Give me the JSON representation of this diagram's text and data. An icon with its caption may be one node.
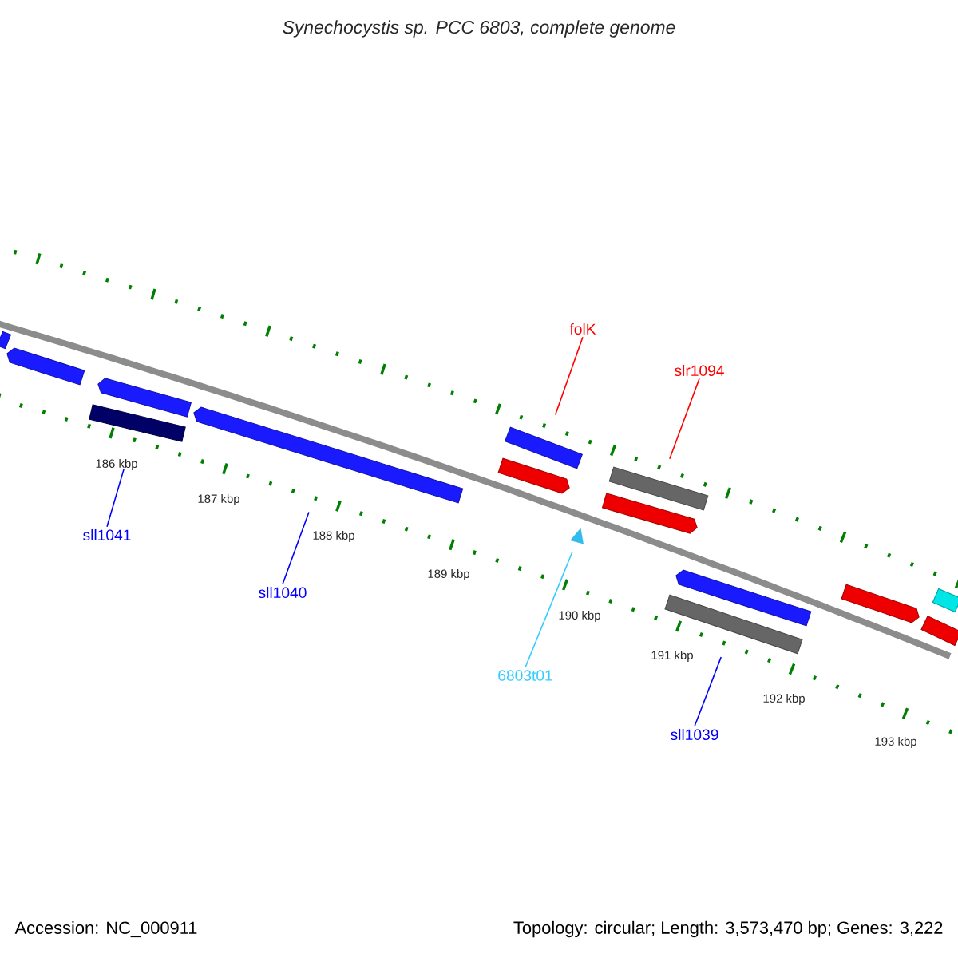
{
  "diagram": {
    "title": "Synechocystis sp. PCC 6803, complete genome",
    "nodes": [
      {
        "text": [
          "folK"
        ]
      },
      {
        "text": [
          "slr1094"
        ]
      },
      {
        "text": [
          "sll1041"
        ]
      },
      {
        "text": [
          "sll1040"
        ]
      },
      {
        "text": [
          "6803t01"
        ]
      },
      {
        "text": [
          "sll1039"
        ]
      },
      {
        "text": [],
        "shape": "bar"
      },
      {
        "text": [],
        "shape": "bar"
      },
      {
        "text": [],
        "shape": "bar"
      },
      {
        "text": [],
        "shape": "bar"
      },
      {
        "text": [],
        "shape": "bar"
      },
      {
        "text": [],
        "shape": "bar"
      },
      {
        "text": [],
        "shape": "bar"
      },
      {
        "text": [],
        "shape": "triangle"
      },
      {
        "text": [],
        "shape": "bar"
      },
      {
        "text": [],
        "shape": "bar"
      },
      {
        "text": [],
        "shape": "bar"
      },
      {
        "text": [],
        "shape": "bar"
      },
      {
        "text": [],
        "shape": "bar"
      },
      {
        "text": [],
        "shape": "bar"
      },
      {
        "text": [],
        "shape": "bar"
      }
    ],
    "edges": [
      {
        "from": 0,
        "to": 12,
        "arrow": "none",
        "color": "#ff0000"
      },
      {
        "from": 1,
        "to": 15,
        "arrow": "none",
        "color": "#ff0000"
      },
      {
        "from": 2,
        "to": 8,
        "arrow": "none"
      },
      {
        "from": 3,
        "to": 10,
        "arrow": "none"
      },
      {
        "from": 4,
        "to": 13,
        "arrow": "none",
        "color": "#33ccff"
      },
      {
        "from": 5,
        "to": 16,
        "arrow": "none"
      }
    ],
    "labels": [
      "186 kbp",
      "187 kbp",
      "188 kbp",
      "189 kbp",
      "190 kbp",
      "191 kbp",
      "192 kbp",
      "193 kbp",
      "Accession: NC_000911",
      "Topology: circular; Length: 3,573,470 bp; Genes: 3,222"
    ]
  }
}
